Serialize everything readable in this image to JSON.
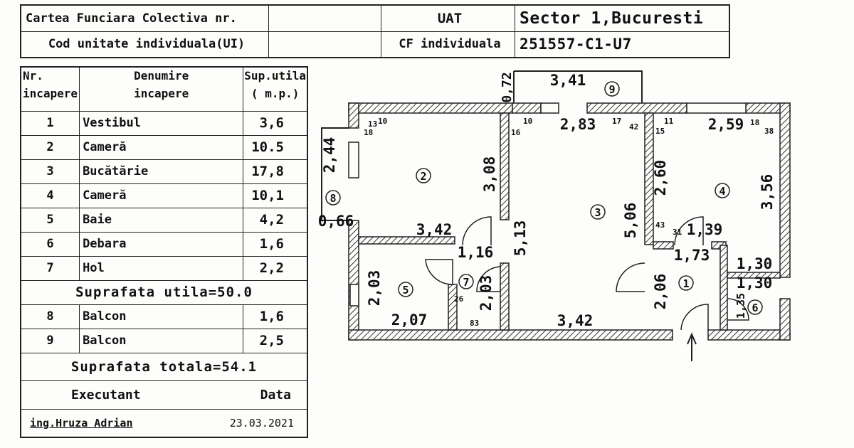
{
  "header": {
    "cf_label": "Cartea Funciara Colectiva nr.",
    "cf_value": "",
    "uat_label": "UAT",
    "uat_value": "Sector 1,Bucuresti",
    "ui_label": "Cod unitate individuala(UI)",
    "ui_value": "",
    "cf_ind_label": "CF individuala",
    "cf_ind_value": "251557-C1-U7"
  },
  "table": {
    "col_nr": "Nr.",
    "col_nr2": "incapere",
    "col_name": "Denumire",
    "col_name2": "incapere",
    "col_area": "Sup.utila",
    "col_area2": "( m.p.)",
    "rooms": [
      {
        "nr": "1",
        "name": "Vestibul",
        "area": "3,6"
      },
      {
        "nr": "2",
        "name": "Cameră",
        "area": "10.5"
      },
      {
        "nr": "3",
        "name": "Bucătărie",
        "area": "17,8"
      },
      {
        "nr": "4",
        "name": "Cameră",
        "area": "10,1"
      },
      {
        "nr": "5",
        "name": "Baie",
        "area": "4,2"
      },
      {
        "nr": "6",
        "name": "Debara",
        "area": "1,6"
      },
      {
        "nr": "7",
        "name": "Hol",
        "area": "2,2"
      }
    ],
    "sup_utila": "Suprafata utila=50.0",
    "balcony": [
      {
        "nr": "8",
        "name": "Balcon",
        "area": "1,6"
      },
      {
        "nr": "9",
        "name": "Balcon",
        "area": "2,5"
      }
    ],
    "sup_totala": "Suprafata totala=54.1",
    "executant_label": "Executant",
    "date_label": "Data",
    "executant": "ing.Hruza Adrian",
    "date": "23.03.2021"
  },
  "plan": {
    "dims": {
      "balcony_top": "3,41",
      "balcony_side": "0,72",
      "kitchen_top": "2,83",
      "room4_top": "2,59",
      "balcony_left_h": "2,44",
      "balcony_left_w": "0,66",
      "room2_h": "3,08",
      "room2_w": "3,42",
      "kitchen_h": "5,13",
      "kitchen_bottom": "3,42",
      "kitchen_right": "5,06",
      "room4_h": "2,60",
      "room4_right": "3,56",
      "vest_w": "1,39",
      "vest_w2": "1,73",
      "hol_w": "1,16",
      "hol_h": "2,03",
      "bath_h": "2,03",
      "bath_w": "2,07",
      "vest_h": "2,06",
      "deb_w": "1,30",
      "deb_w2": "1,30",
      "deb_h": "1,35"
    },
    "small": [
      "13",
      "10",
      "18",
      "10",
      "16",
      "17",
      "42",
      "11",
      "15",
      "18",
      "38",
      "43",
      "31",
      "26",
      "83"
    ],
    "labels": [
      "1",
      "2",
      "3",
      "4",
      "5",
      "6",
      "7",
      "8",
      "9"
    ]
  }
}
